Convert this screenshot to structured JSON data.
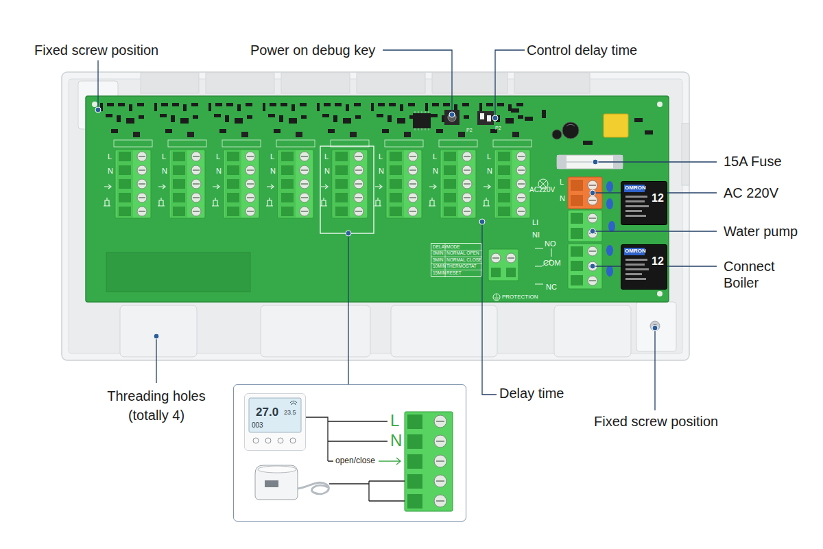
{
  "diagram": {
    "nodes": [
      {
        "text": [
          "OMRON",
          "12"
        ]
      },
      {
        "text": [
          "DELAY",
          "MODE",
          "0MIN",
          "NORMAL OPEN",
          "5MIN",
          "NORMAL CLOSE",
          "10MIN",
          "THERMOSTAT",
          "15MIN",
          "RESET"
        ]
      },
      {
        "text": [
          "OMRON",
          "12"
        ]
      },
      {
        "text": [
          "L",
          "N",
          "open/close"
        ]
      },
      {
        "text": [
          "27.0",
          "23.5",
          "003"
        ],
        "in": 3
      }
    ],
    "labels": [
      "Fixed screw position",
      "Power on debug key",
      "Control delay time",
      "15A Fuse",
      "AC 220V",
      "Water pump",
      "Connect Boiler",
      "Threading holes (totally 4)",
      "Delay time",
      "Fixed screw position",
      "L",
      "N",
      "L",
      "N",
      "L",
      "N",
      "L",
      "N",
      "L",
      "N",
      "L",
      "N",
      "L",
      "N",
      "L",
      "N",
      "AC220V",
      "L",
      "N",
      "LI",
      "NI",
      "NO",
      "COM",
      "NC",
      "PROTECTION",
      "P2",
      "P2"
    ]
  }
}
